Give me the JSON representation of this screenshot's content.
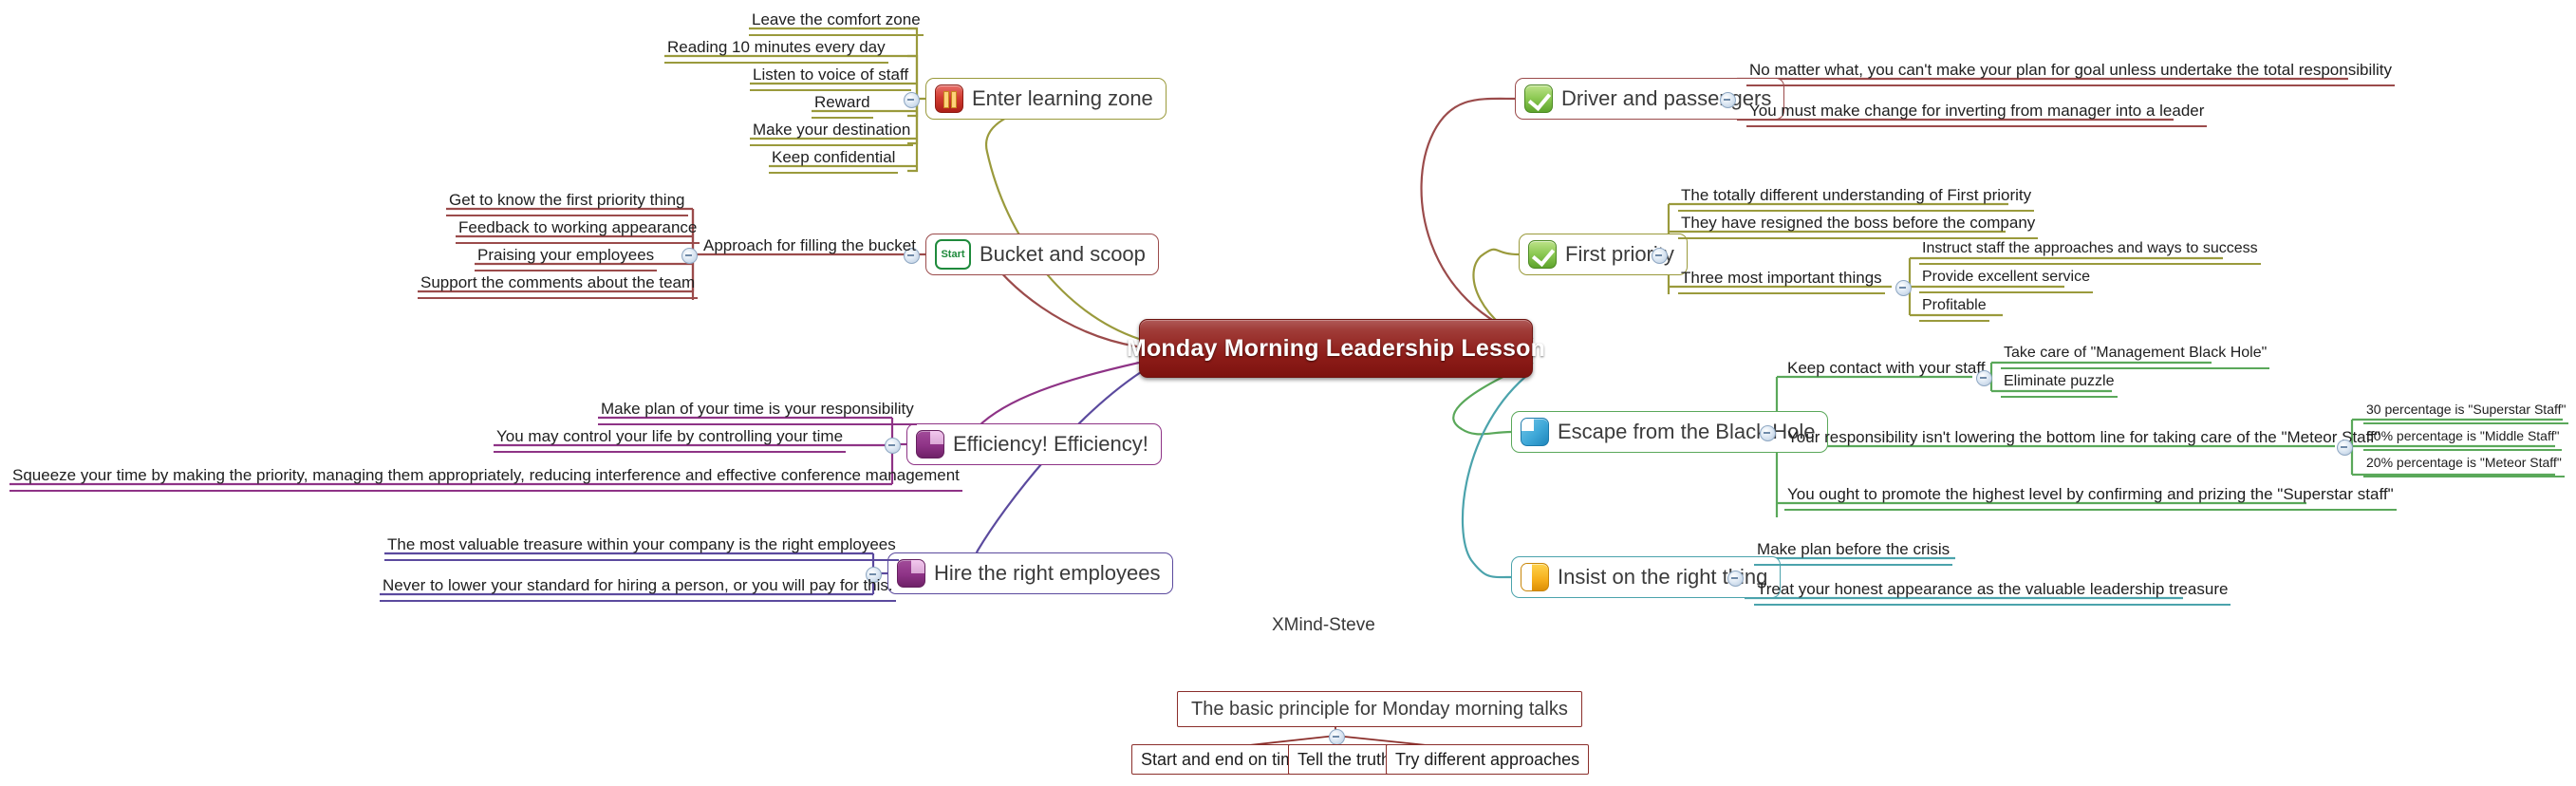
{
  "app": {
    "watermark": "XMind-Steve"
  },
  "root": {
    "title": "Monday Morning Leadership Lesson",
    "color": "#8e1d19"
  },
  "branches": [
    {
      "id": "enter-learning-zone",
      "label": "Enter learning zone",
      "icon": "pause-icon",
      "color": "#9a9a3c",
      "side": "left",
      "children": [
        {
          "label": "Leave the comfort zone"
        },
        {
          "label": "Reading 10 minutes every day"
        },
        {
          "label": "Listen to voice of staff"
        },
        {
          "label": "Reward"
        },
        {
          "label": "Make your destination"
        },
        {
          "label": "Keep confidential"
        }
      ]
    },
    {
      "id": "bucket-and-scoop",
      "label": "Bucket and scoop",
      "icon": "start-icon",
      "color": "#9b4b4b",
      "side": "left",
      "children": [
        {
          "label": "Approach for filling the bucket",
          "children": [
            {
              "label": "Get to know the first priority thing"
            },
            {
              "label": "Feedback to working appearance"
            },
            {
              "label": "Praising your employees"
            },
            {
              "label": "Support the comments about the team"
            }
          ]
        }
      ]
    },
    {
      "id": "efficiency",
      "label": "Efficiency! Efficiency!",
      "icon": "purple-square-icon",
      "color": "#8e3386",
      "side": "left",
      "children": [
        {
          "label": "Make plan of your time is your responsibility"
        },
        {
          "label": "You may control your life by controlling your time"
        },
        {
          "label": "Squeeze your time by making the priority, managing them appropriately, reducing interference and effective conference management"
        }
      ]
    },
    {
      "id": "hire-the-right-employees",
      "label": "Hire the right employees",
      "icon": "purple-square-icon",
      "color": "#5b4a9e",
      "side": "left",
      "children": [
        {
          "label": "The most valuable treasure within your company is the right employees"
        },
        {
          "label": "Never to lower your standard for hiring a person, or you will pay for this."
        }
      ]
    },
    {
      "id": "driver-and-passengers",
      "label": "Driver and passengers",
      "icon": "green-check-icon",
      "color": "#9b4b4b",
      "side": "right",
      "children": [
        {
          "label": "No matter what, you can't make your plan for goal unless undertake the total responsibility"
        },
        {
          "label": "You must make change for inverting from manager into a leader"
        }
      ]
    },
    {
      "id": "first-priority",
      "label": "First priority",
      "icon": "green-check-icon",
      "color": "#9a9a3c",
      "side": "right",
      "children": [
        {
          "label": "The totally different understanding of First priority"
        },
        {
          "label": "They have resigned the boss before the company"
        },
        {
          "label": "Three most important things",
          "children": [
            {
              "label": "Instruct staff the approaches and ways to success"
            },
            {
              "label": "Provide excellent service"
            },
            {
              "label": "Profitable"
            }
          ]
        }
      ]
    },
    {
      "id": "escape-from-the-black-hole",
      "label": "Escape from the Black Hole",
      "icon": "blue-square-icon",
      "color": "#5aa85a",
      "side": "right",
      "children": [
        {
          "label": "Keep contact with your staff",
          "children": [
            {
              "label": "Take care of \"Management Black Hole\""
            },
            {
              "label": "Eliminate puzzle"
            }
          ]
        },
        {
          "label": "Your responsibility isn't lowering the bottom line for taking care of the \"Meteor Staff\"",
          "children": [
            {
              "label": "30 percentage is \"Superstar Staff\""
            },
            {
              "label": "50% percentage is \"Middle Staff\""
            },
            {
              "label": "20% percentage is \"Meteor Staff\""
            }
          ]
        },
        {
          "label": "You ought to promote the highest level by confirming and prizing the \"Superstar staff\""
        }
      ]
    },
    {
      "id": "insist-on-the-right-thing",
      "label": "Insist on the right thing",
      "icon": "yellow-square-icon",
      "color": "#4ba3ac",
      "side": "right",
      "children": [
        {
          "label": "Make plan before the crisis"
        },
        {
          "label": "Treat your honest appearance as the valuable leadership treasure"
        }
      ]
    }
  ],
  "floating_topic": {
    "title": "The basic principle for Monday morning talks",
    "color": "#8b2f2b",
    "children": [
      {
        "label": "Start and end on time"
      },
      {
        "label": "Tell the truth"
      },
      {
        "label": "Try different approaches"
      }
    ]
  }
}
